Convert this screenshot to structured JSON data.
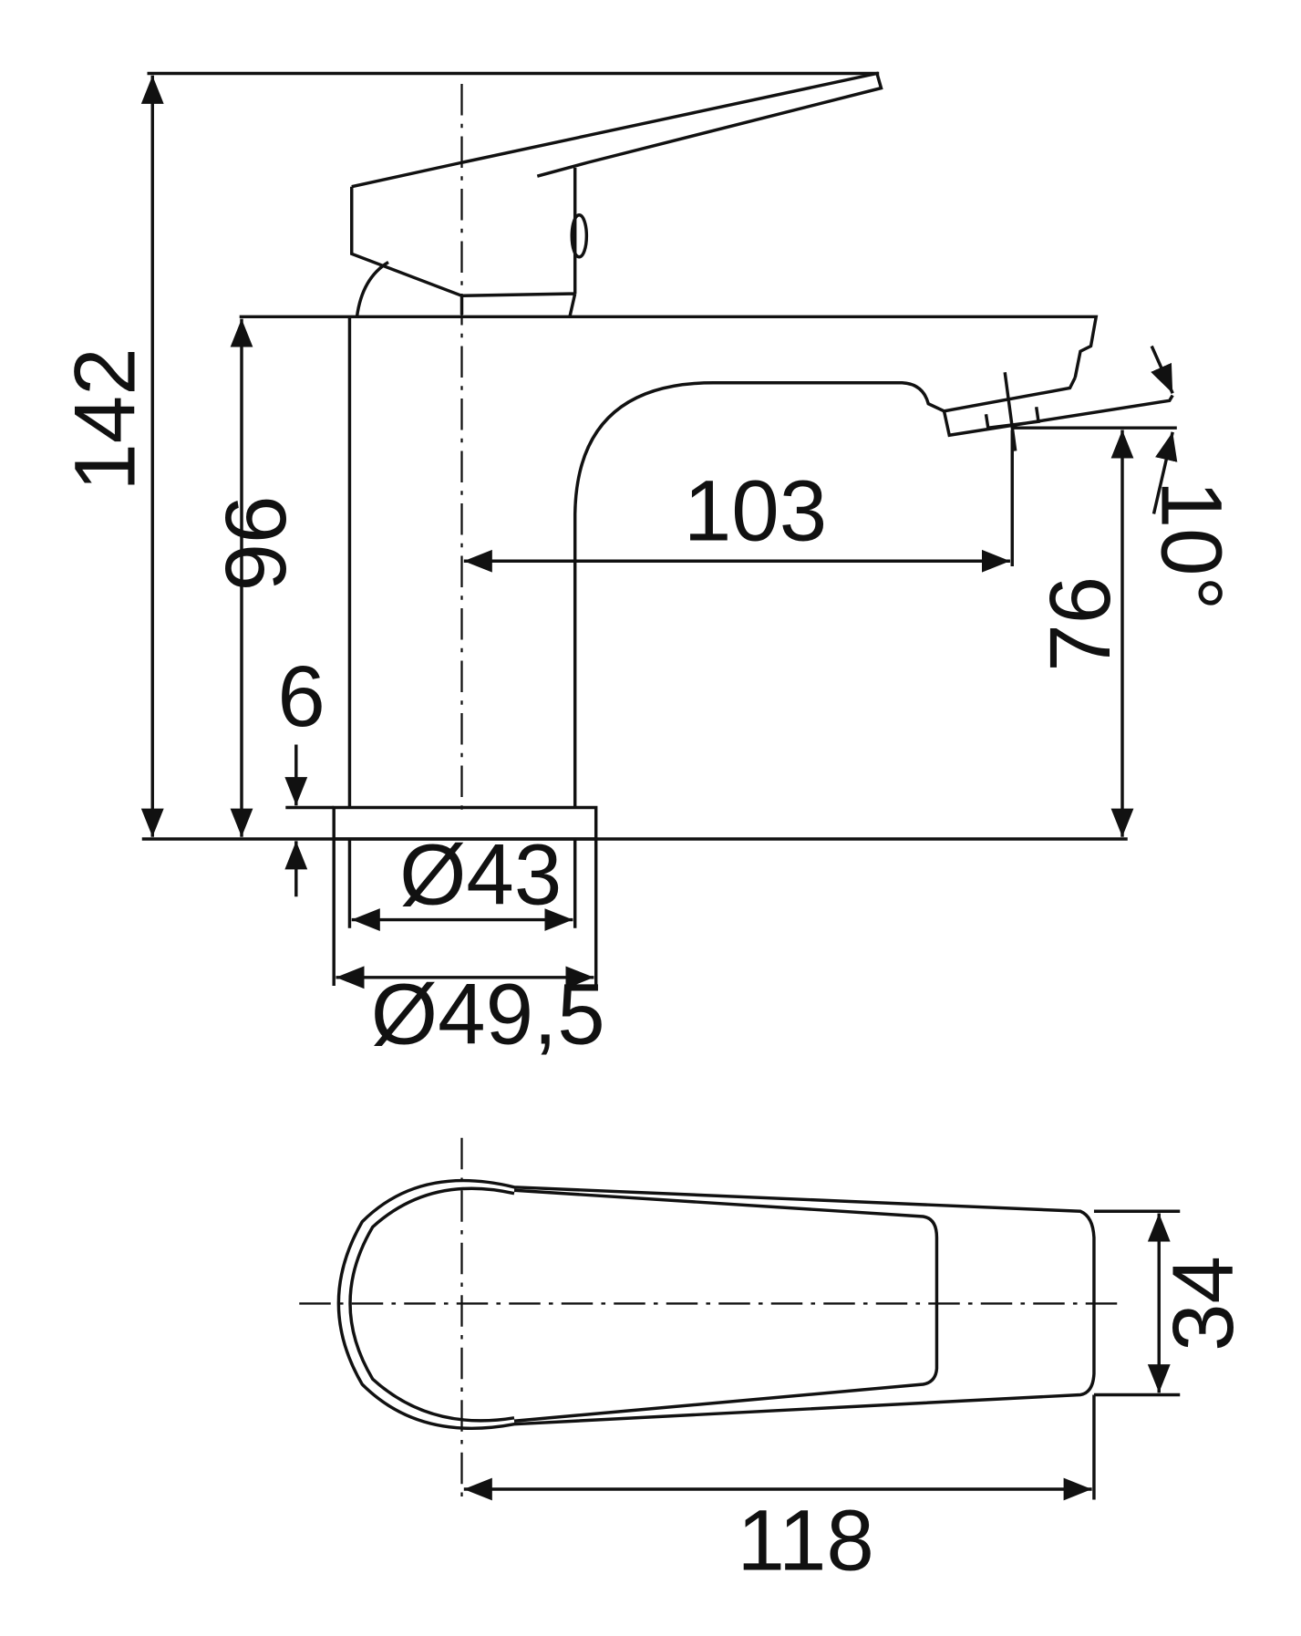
{
  "side_view": {
    "dimensions": {
      "total_height": "142",
      "body_height": "96",
      "spout_reach": "103",
      "spout_height": "76",
      "spout_angle": "10°",
      "base_offset": "6",
      "body_diameter": "Ø43",
      "base_diameter": "Ø49,5"
    }
  },
  "top_view": {
    "dimensions": {
      "width": "34",
      "length": "118"
    }
  }
}
